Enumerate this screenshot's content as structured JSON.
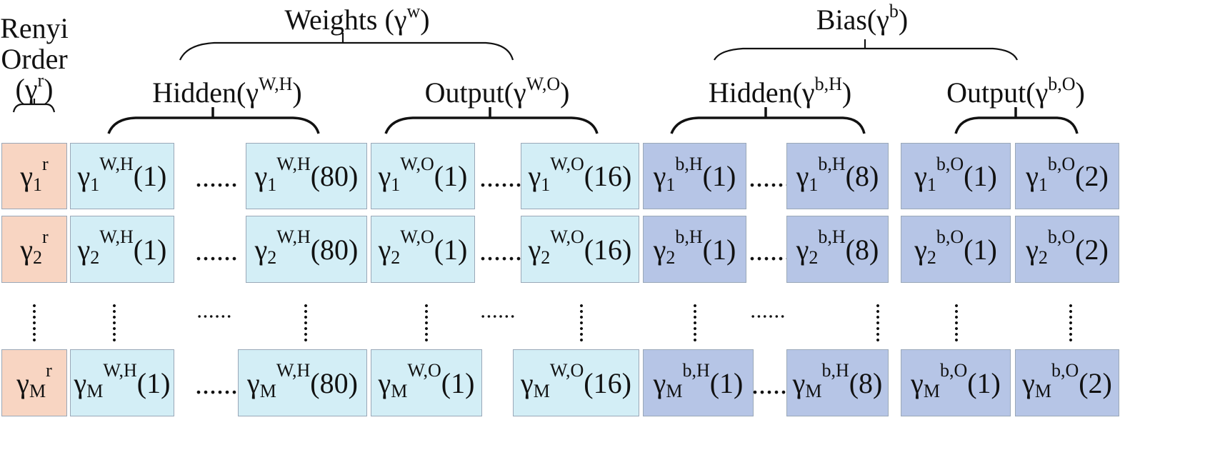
{
  "headers": {
    "renyi_line1": "Renyi",
    "renyi_line2": "Order",
    "renyi_line3": "(γ",
    "renyi_line3_sup": "r",
    "renyi_line3_end": ")",
    "weights": "Weights (γ",
    "weights_sup": "w",
    "weights_end": ")",
    "bias": "Bias(γ",
    "bias_sup": "b",
    "bias_end": ")",
    "w_hidden": "Hidden(γ",
    "w_hidden_sup": "W,H",
    "w_hidden_end": ")",
    "w_output": "Output(γ",
    "w_output_sup": "W,O",
    "w_output_end": ")",
    "b_hidden": "Hidden(γ",
    "b_hidden_sup": "b,H",
    "b_hidden_end": ")",
    "b_output": "Output(γ",
    "b_output_sup": "b,O",
    "b_output_end": ")"
  },
  "symbol": "γ",
  "rows": [
    {
      "sub": "1",
      "r": "r",
      "cells": [
        {
          "sup": "W,H",
          "arg": "(1)"
        },
        {
          "sup": "W,H",
          "arg": "(80)"
        },
        {
          "sup": "W,O",
          "arg": "(1)"
        },
        {
          "sup": "W,O",
          "arg": "(16)"
        },
        {
          "sup": "b,H",
          "arg": "(1)"
        },
        {
          "sup": "b,H",
          "arg": "(8)"
        },
        {
          "sup": "b,O",
          "arg": "(1)"
        },
        {
          "sup": "b,O",
          "arg": "(2)"
        }
      ]
    },
    {
      "sub": "2",
      "r": "r",
      "cells": [
        {
          "sup": "W,H",
          "arg": "(1)"
        },
        {
          "sup": "W,H",
          "arg": "(80)"
        },
        {
          "sup": "W,O",
          "arg": "(1)"
        },
        {
          "sup": "W,O",
          "arg": "(16)"
        },
        {
          "sup": "b,H",
          "arg": "(1)"
        },
        {
          "sup": "b,H",
          "arg": "(8)"
        },
        {
          "sup": "b,O",
          "arg": "(1)"
        },
        {
          "sup": "b,O",
          "arg": "(2)"
        }
      ]
    },
    {
      "sub": "M",
      "r": "r",
      "cells": [
        {
          "sup": "W,H",
          "arg": "(1)"
        },
        {
          "sup": "W,H",
          "arg": "(80)"
        },
        {
          "sup": "W,O",
          "arg": "(1)"
        },
        {
          "sup": "W,O",
          "arg": "(16)"
        },
        {
          "sup": "b,H",
          "arg": "(1)"
        },
        {
          "sup": "b,H",
          "arg": "(8)"
        },
        {
          "sup": "b,O",
          "arg": "(1)"
        },
        {
          "sup": "b,O",
          "arg": "(2)"
        }
      ]
    }
  ],
  "ellipsis": "......",
  "colors": {
    "renyi_cell": "#f8d5c2",
    "weight_cell": "#d3eef6",
    "bias_cell": "#b6c5e6"
  }
}
